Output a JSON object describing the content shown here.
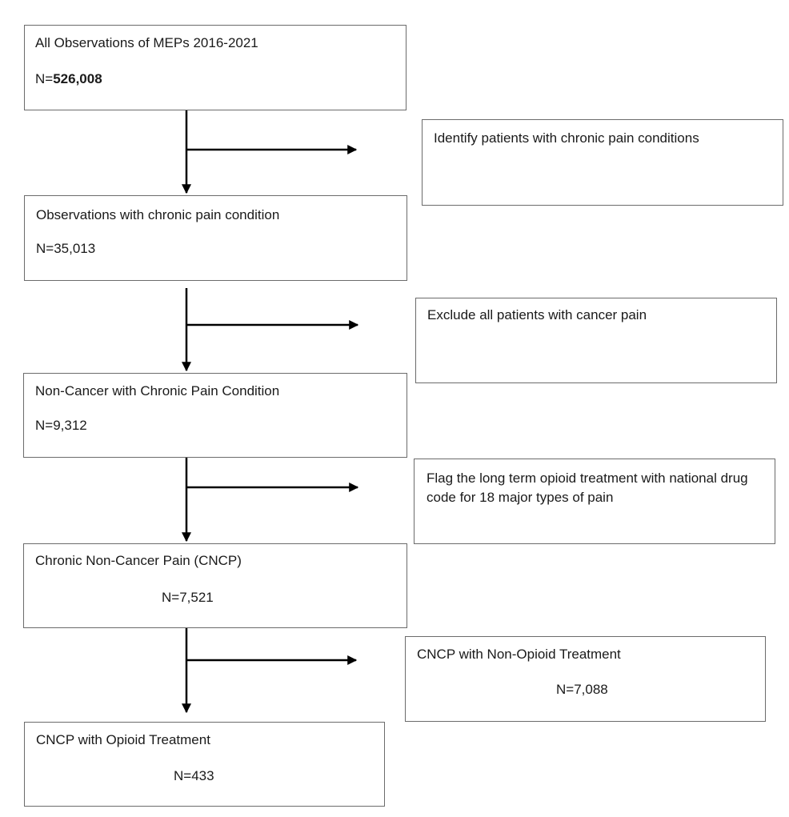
{
  "flowchart": {
    "steps": [
      {
        "title": "All Observations of MEPs 2016-2021",
        "count_prefix": "N=",
        "count": "526,008"
      },
      {
        "title": "Observations with chronic pain condition",
        "count": "N=35,013"
      },
      {
        "title": "Non-Cancer with Chronic Pain Condition",
        "count": "N=9,312"
      },
      {
        "title": "Chronic Non-Cancer Pain (CNCP)",
        "count": "N=7,521"
      },
      {
        "title": "CNCP with Opioid Treatment",
        "count": "N=433"
      }
    ],
    "side_notes": [
      {
        "text": "Identify patients with chronic pain conditions"
      },
      {
        "text": "Exclude all patients with cancer pain"
      },
      {
        "text": "Flag the long term opioid treatment with national drug code for 18 major types of pain"
      },
      {
        "title": "CNCP with Non-Opioid Treatment",
        "count": "N=7,088"
      }
    ]
  }
}
